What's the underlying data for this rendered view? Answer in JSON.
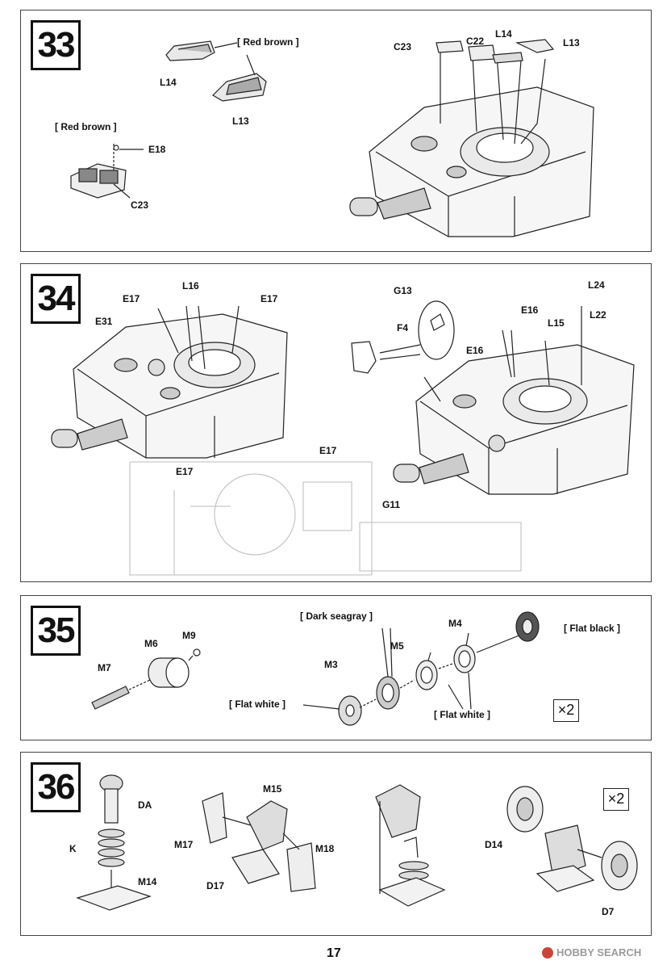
{
  "page_number": "17",
  "watermark": "HOBBY SEARCH",
  "steps": [
    {
      "number": "33",
      "labels": {
        "red_brown_1": "[ Red brown ]",
        "l14": "L14",
        "l13": "L13",
        "red_brown_2": "[ Red brown ]",
        "e18": "E18",
        "c23": "C23",
        "c23b": "C23",
        "c22": "C22",
        "l14b": "L14",
        "l13b": "L13"
      }
    },
    {
      "number": "34",
      "labels": {
        "e17a": "E17",
        "l16": "L16",
        "e17b": "E17",
        "e31": "E31",
        "g13": "G13",
        "f4": "F4",
        "e16a": "E16",
        "l15": "L15",
        "l24": "L24",
        "l22": "L22",
        "e16b": "E16",
        "e17c": "E17",
        "e17d": "E17",
        "g11": "G11"
      }
    },
    {
      "number": "35",
      "labels": {
        "m6": "M6",
        "m9": "M9",
        "m7": "M7",
        "dark_seagray": "[ Dark seagray ]",
        "m4": "M4",
        "m5": "M5",
        "flat_black": "[ Flat black ]",
        "m3": "M3",
        "flat_white_1": "[ Flat white ]",
        "flat_white_2": "[ Flat white ]"
      },
      "multiplier": "×2"
    },
    {
      "number": "36",
      "labels": {
        "da": "DA",
        "k": "K",
        "m14": "M14",
        "m15": "M15",
        "m17": "M17",
        "m18": "M18",
        "d17": "D17",
        "d14": "D14",
        "d7": "D7"
      },
      "multiplier": "×2"
    }
  ]
}
